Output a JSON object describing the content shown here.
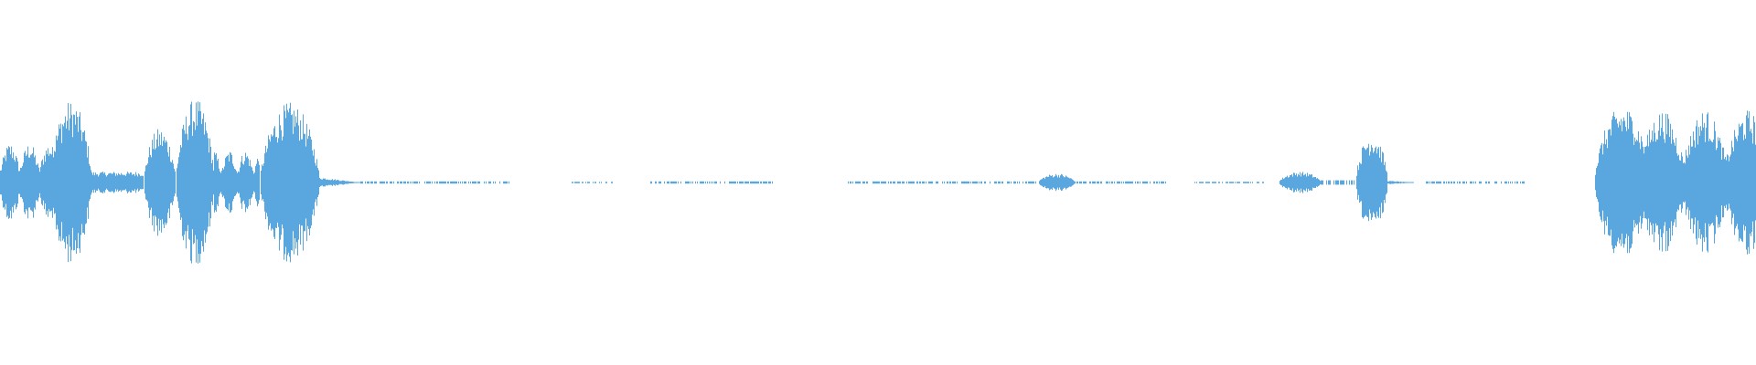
{
  "waveform": {
    "color": "#5aa7e0",
    "background": "#ffffff",
    "segments": [
      {
        "start": 0.0,
        "end": 0.032,
        "peak": 0.22,
        "shape": "choppy"
      },
      {
        "start": 0.028,
        "end": 0.052,
        "peak": 0.45,
        "shape": "burst"
      },
      {
        "start": 0.052,
        "end": 0.082,
        "peak": 0.06,
        "shape": "flat"
      },
      {
        "start": 0.082,
        "end": 0.1,
        "peak": 0.3,
        "shape": "burst"
      },
      {
        "start": 0.1,
        "end": 0.122,
        "peak": 0.46,
        "shape": "burst"
      },
      {
        "start": 0.122,
        "end": 0.148,
        "peak": 0.18,
        "shape": "choppy"
      },
      {
        "start": 0.148,
        "end": 0.182,
        "peak": 0.44,
        "shape": "burst"
      },
      {
        "start": 0.182,
        "end": 0.205,
        "peak": 0.03,
        "shape": "taper"
      },
      {
        "start": 0.205,
        "end": 0.29,
        "peak": 0.006,
        "shape": "hiss"
      },
      {
        "start": 0.325,
        "end": 0.35,
        "peak": 0.004,
        "shape": "hiss"
      },
      {
        "start": 0.37,
        "end": 0.44,
        "peak": 0.006,
        "shape": "hiss"
      },
      {
        "start": 0.483,
        "end": 0.59,
        "peak": 0.006,
        "shape": "hiss"
      },
      {
        "start": 0.591,
        "end": 0.612,
        "peak": 0.05,
        "shape": "burst"
      },
      {
        "start": 0.612,
        "end": 0.665,
        "peak": 0.006,
        "shape": "hiss"
      },
      {
        "start": 0.68,
        "end": 0.72,
        "peak": 0.004,
        "shape": "hiss"
      },
      {
        "start": 0.728,
        "end": 0.752,
        "peak": 0.06,
        "shape": "burst"
      },
      {
        "start": 0.752,
        "end": 0.772,
        "peak": 0.012,
        "shape": "hiss"
      },
      {
        "start": 0.772,
        "end": 0.79,
        "peak": 0.27,
        "shape": "burst"
      },
      {
        "start": 0.79,
        "end": 0.805,
        "peak": 0.01,
        "shape": "taper"
      },
      {
        "start": 0.812,
        "end": 0.868,
        "peak": 0.006,
        "shape": "hiss"
      },
      {
        "start": 0.908,
        "end": 0.94,
        "peak": 0.42,
        "shape": "burst"
      },
      {
        "start": 0.93,
        "end": 1.0,
        "peak": 0.4,
        "shape": "choppy"
      }
    ]
  }
}
